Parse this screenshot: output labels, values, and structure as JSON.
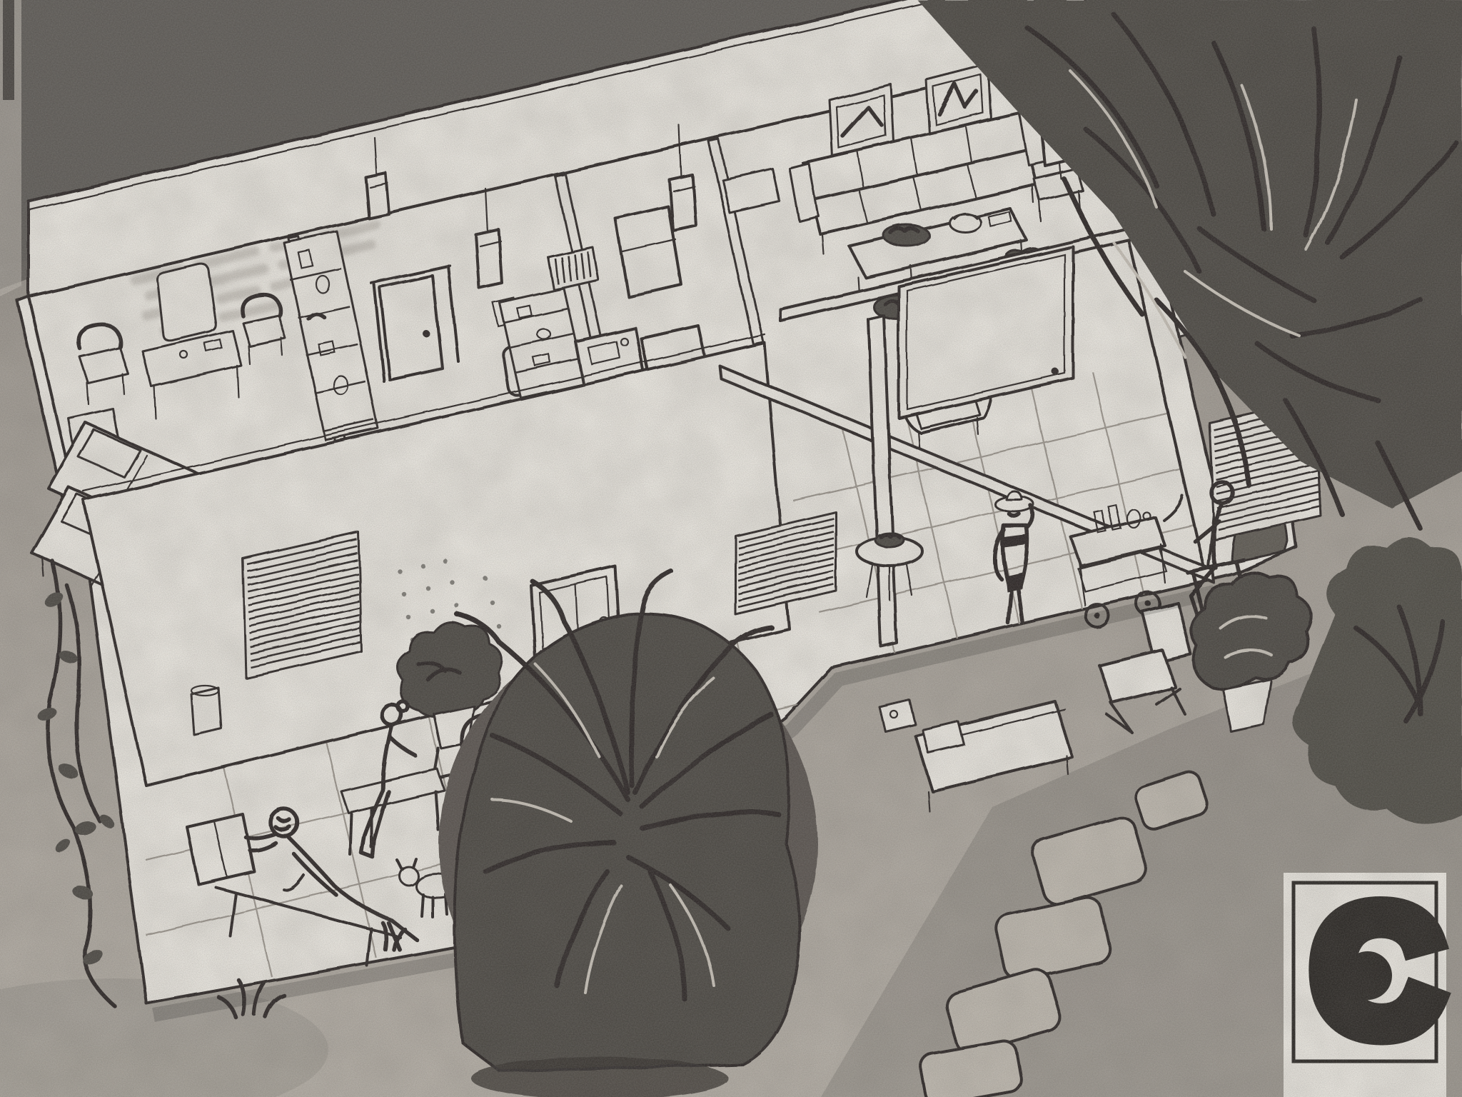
{
  "meta": {
    "kind": "newspaper-halftone-illustration",
    "subject": "isometric cutaway drawing of a single-storey bungalow with roof removed",
    "projection": "planometric-cutaway",
    "monochrome": true
  },
  "palette": {
    "ink": "#201d1a",
    "paper": "#f3f0e9",
    "ground-top": "#6b6763",
    "ground-mid": "#a8a29a",
    "ground-low": "#b8b2a9",
    "foliage": "#45423e",
    "tile-line": "#9d978f"
  },
  "logo": {
    "letter": "C"
  },
  "rooms": [
    {
      "name": "bedroom",
      "furniture": [
        "twin-bed",
        "twin-bed",
        "headboard-cabinet",
        "vanity-table",
        "vanity-mirror",
        "armchair",
        "side-chair"
      ]
    },
    {
      "name": "hallway",
      "furniture": [
        "open-shelf-unit",
        "interior-door"
      ]
    },
    {
      "name": "bathroom",
      "furniture": [
        "washbasin",
        "toilet",
        "towel-shelf"
      ]
    },
    {
      "name": "kitchen",
      "furniture": [
        "tall-cabinet",
        "shelf-rack",
        "sink-counter",
        "stove",
        "work-table",
        "chair"
      ]
    },
    {
      "name": "living-room",
      "furniture": [
        "picture-frame",
        "picture-frame",
        "four-seat-sofa",
        "drum-lamp",
        "lamp-table",
        "coffee-table",
        "fruit-bowl",
        "basket",
        "floor-bowl",
        "three-seat-sofa",
        "wall-shelf-unit",
        "tub-armchair",
        "book-table",
        "potted-plant"
      ]
    },
    {
      "name": "covered-patio",
      "furniture": [
        "sliding-glass-door",
        "roof-beam",
        "roof-post",
        "louver-screen",
        "louver-screen-outer",
        "bar-cart",
        "drinks-bottles",
        "side-table-with-bowl",
        "daybed",
        "radio",
        "garden-armchair",
        "arched-porch-opening"
      ]
    },
    {
      "name": "front-terrace",
      "furniture": [
        "louver-vent",
        "shuttered-window",
        "wall-cylinder-lamp",
        "chaise-longue",
        "garden-bench",
        "round-dining-table",
        "bentwood-chair",
        "bentwood-chair",
        "garden-stool",
        "plant-on-stand"
      ]
    }
  ],
  "figures": [
    "person-reclining-reading-newspaper",
    "woman-seated-on-bench",
    "woman-in-bikini-and-sunhat",
    "person-seated-behind-screen"
  ],
  "lighting": {
    "pendant_lamps": 3,
    "wall_lamps": 1
  },
  "vegetation": [
    "palm-foliage-top-right",
    "large-palm-bush-foreground",
    "climbing-vine-left-edge",
    "potted-shrub-patio",
    "garden-bush-right",
    "small-plants-bottom"
  ],
  "garden": {
    "stepping_stones": 5,
    "terrace_floor": "tiled-grid"
  },
  "counts": {
    "beds": 2,
    "sofas": 2,
    "wall_pictures": 2,
    "dogs": 1,
    "people": 4
  }
}
